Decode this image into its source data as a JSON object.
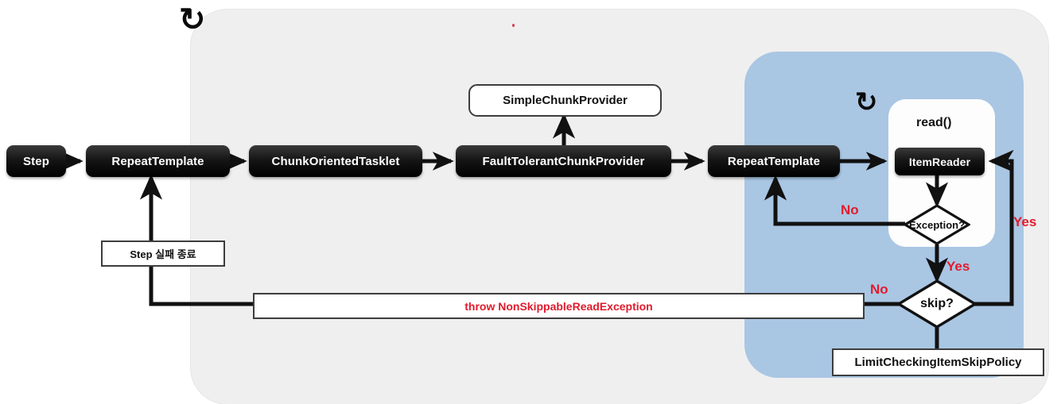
{
  "diagram": {
    "title_dot": "",
    "icons": {
      "loop_glyph": "↻",
      "loop_outer_name": "loop-icon-outer",
      "loop_inner_name": "loop-icon-inner"
    },
    "panels": {
      "outer_fill": "#efefef",
      "inner_fill": "#a9c6e3",
      "reader_fill": "#fdfdfd"
    },
    "colors": {
      "dark_box": "#111111",
      "red": "#e11b2c",
      "line": "#111111"
    },
    "nodes": [
      {
        "id": "step",
        "label": "Step"
      },
      {
        "id": "repeat-template-outer",
        "label": "RepeatTemplate"
      },
      {
        "id": "chunk-oriented-tasklet",
        "label": "ChunkOrientedTasklet"
      },
      {
        "id": "fault-tolerant-chunk-provider",
        "label": "FaultTolerantChunkProvider"
      },
      {
        "id": "repeat-template-inner",
        "label": "RepeatTemplate"
      },
      {
        "id": "item-reader",
        "label": "ItemReader"
      }
    ],
    "white_nodes": [
      {
        "id": "simple-chunk-provider",
        "label": "SimpleChunkProvider"
      },
      {
        "id": "step-fail-end",
        "label": "Step 실패 종료"
      },
      {
        "id": "throw-exception",
        "label": "throw NonSkippableReadException"
      },
      {
        "id": "limit-checking-item-skip-policy",
        "label": "LimitCheckingItemSkipPolicy"
      }
    ],
    "decisions": [
      {
        "id": "exception-decision",
        "label": "Exception?"
      },
      {
        "id": "skip-decision",
        "label": "skip?"
      }
    ],
    "annotations": [
      {
        "id": "read-call",
        "label": "read()"
      },
      {
        "id": "exception-no",
        "label": "No"
      },
      {
        "id": "exception-yes",
        "label": "Yes"
      },
      {
        "id": "skip-yes",
        "label": "Yes"
      },
      {
        "id": "skip-no",
        "label": "No"
      }
    ]
  }
}
